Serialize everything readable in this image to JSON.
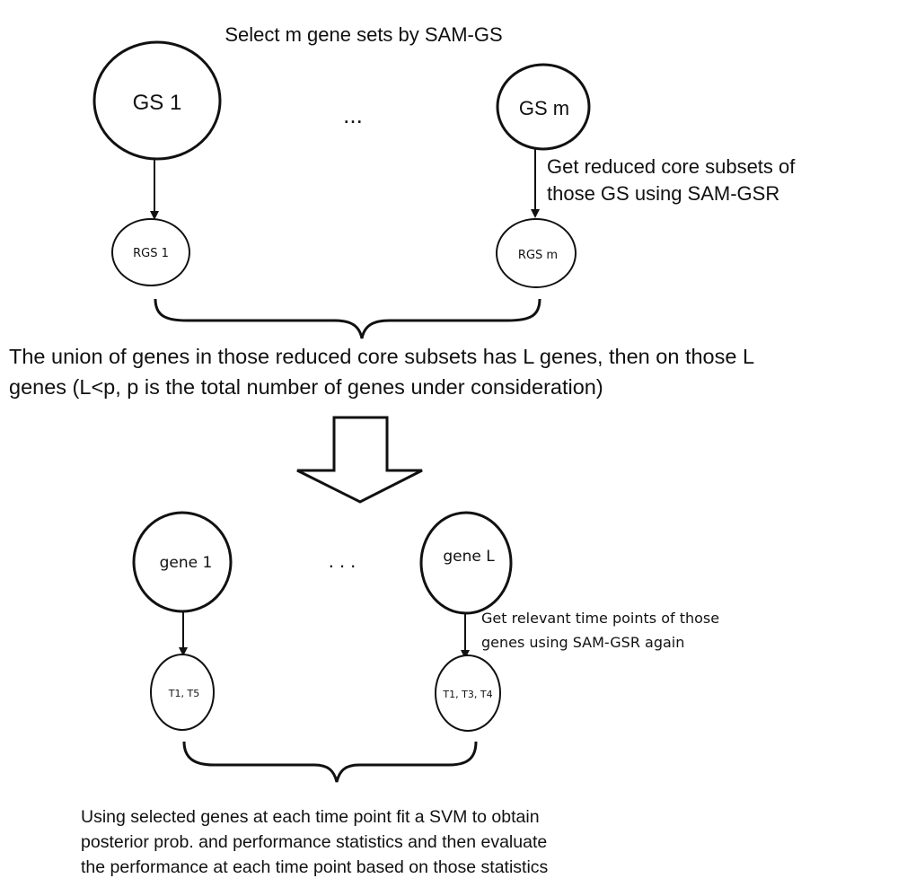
{
  "title": "Select m gene sets by SAM-GS",
  "top_nodes": {
    "left": "GS 1",
    "right": "GS m",
    "ellipsis": "..."
  },
  "top_arrow_label": {
    "line1": "Get reduced core subsets of",
    "line2": "those GS using SAM-GSR"
  },
  "reduced_nodes": {
    "left": "RGS 1",
    "right": "RGS m"
  },
  "union_text": {
    "line1": "The union of  genes in those reduced core subsets has L genes, then on those L",
    "line2": "genes (L<p, p is the total number of genes under consideration)"
  },
  "gene_nodes": {
    "left": "gene 1",
    "right": "gene L",
    "ellipsis": ". . ."
  },
  "gene_arrow_label": {
    "line1": "Get relevant time points of those",
    "line2": "genes using SAM-GSR again"
  },
  "time_nodes": {
    "left": "T1, T5",
    "right": "T1, T3, T4"
  },
  "final_text": {
    "line1": "Using selected genes at each time point fit a SVM to obtain",
    "line2": "posterior prob. and performance statistics and then evaluate",
    "line3": "the performance at each time point based on those statistics"
  }
}
